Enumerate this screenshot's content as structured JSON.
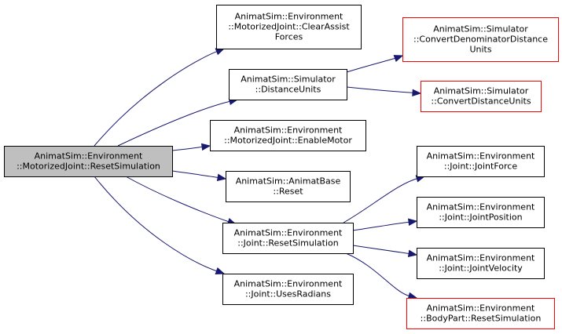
{
  "colors": {
    "edge": "#191970",
    "node_border": "#000000",
    "node_border_undocumented": "#ff0000",
    "node_fill": "#ffffff",
    "root_fill": "#bfbfbf",
    "text": "#000000"
  },
  "nodes": [
    {
      "id": "reset_simulation_root",
      "lines": [
        "AnimatSim::Environment",
        "::MotorizedJoint::ResetSimulation"
      ],
      "kind": "root"
    },
    {
      "id": "clear_assist_forces",
      "lines": [
        "AnimatSim::Environment",
        "::MotorizedJoint::ClearAssist",
        "Forces"
      ],
      "kind": "normal"
    },
    {
      "id": "distance_units",
      "lines": [
        "AnimatSim::Simulator",
        "::DistanceUnits"
      ],
      "kind": "normal"
    },
    {
      "id": "convert_denominator_distance_units",
      "lines": [
        "AnimatSim::Simulator",
        "::ConvertDenominatorDistance",
        "Units"
      ],
      "kind": "undocumented"
    },
    {
      "id": "convert_distance_units",
      "lines": [
        "AnimatSim::Simulator",
        "::ConvertDistanceUnits"
      ],
      "kind": "undocumented"
    },
    {
      "id": "enable_motor",
      "lines": [
        "AnimatSim::Environment",
        "::MotorizedJoint::EnableMotor"
      ],
      "kind": "normal"
    },
    {
      "id": "animat_base_reset",
      "lines": [
        "AnimatSim::AnimatBase",
        "::Reset"
      ],
      "kind": "normal"
    },
    {
      "id": "joint_reset_simulation",
      "lines": [
        "AnimatSim::Environment",
        "::Joint::ResetSimulation"
      ],
      "kind": "normal"
    },
    {
      "id": "uses_radians",
      "lines": [
        "AnimatSim::Environment",
        "::Joint::UsesRadians"
      ],
      "kind": "normal"
    },
    {
      "id": "joint_force",
      "lines": [
        "AnimatSim::Environment",
        "::Joint::JointForce"
      ],
      "kind": "normal"
    },
    {
      "id": "joint_position",
      "lines": [
        "AnimatSim::Environment",
        "::Joint::JointPosition"
      ],
      "kind": "normal"
    },
    {
      "id": "joint_velocity",
      "lines": [
        "AnimatSim::Environment",
        "::Joint::JointVelocity"
      ],
      "kind": "normal"
    },
    {
      "id": "body_part_reset_simulation",
      "lines": [
        "AnimatSim::Environment",
        "::BodyPart::ResetSimulation"
      ],
      "kind": "undocumented"
    }
  ],
  "edges": [
    {
      "from": "reset_simulation_root",
      "to": "clear_assist_forces"
    },
    {
      "from": "reset_simulation_root",
      "to": "distance_units"
    },
    {
      "from": "reset_simulation_root",
      "to": "enable_motor"
    },
    {
      "from": "reset_simulation_root",
      "to": "animat_base_reset"
    },
    {
      "from": "reset_simulation_root",
      "to": "joint_reset_simulation"
    },
    {
      "from": "reset_simulation_root",
      "to": "uses_radians"
    },
    {
      "from": "distance_units",
      "to": "convert_denominator_distance_units"
    },
    {
      "from": "distance_units",
      "to": "convert_distance_units"
    },
    {
      "from": "joint_reset_simulation",
      "to": "joint_force"
    },
    {
      "from": "joint_reset_simulation",
      "to": "joint_position"
    },
    {
      "from": "joint_reset_simulation",
      "to": "joint_velocity"
    },
    {
      "from": "joint_reset_simulation",
      "to": "body_part_reset_simulation"
    }
  ]
}
